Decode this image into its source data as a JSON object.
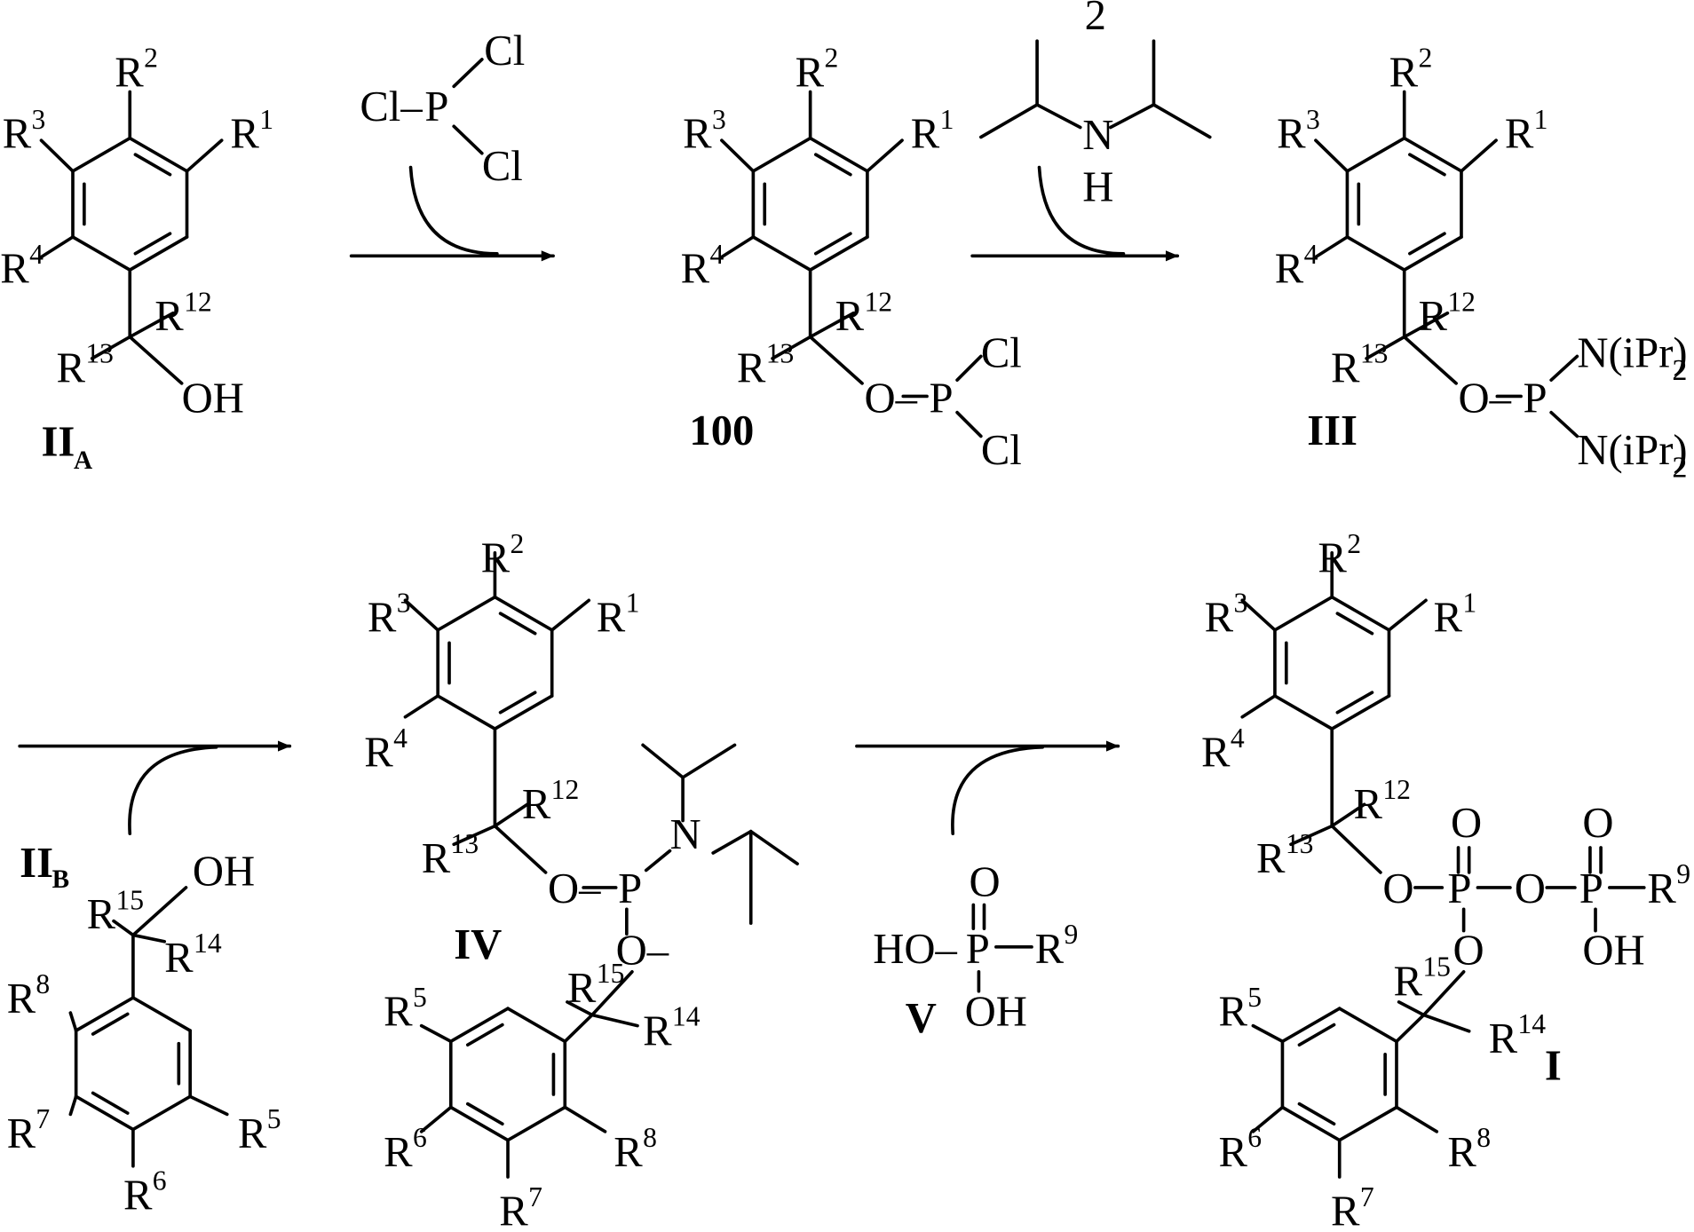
{
  "diagram": {
    "type": "chemical reaction scheme",
    "colors": {
      "ink": "#000000",
      "background": "#ffffff"
    },
    "reagents": {
      "pcl3": {
        "p": "P",
        "cl": "Cl",
        "cl_left": "Cl–"
      },
      "diisopropylamine": {
        "n": "N",
        "h": "H",
        "equiv": "2"
      },
      "phosphonic_acid_v": {
        "p": "P",
        "o": "O",
        "ho": "HO–",
        "oh": "OH",
        "r": "R",
        "r_sup": "9",
        "label": "V"
      }
    },
    "compounds": {
      "IIA": {
        "label": "II",
        "sub": "A",
        "oh": "OH"
      },
      "100": {
        "label": "100",
        "o": "O–",
        "p": "P",
        "cl": "Cl"
      },
      "III": {
        "label": "III",
        "o": "O–",
        "p": "P",
        "n": "N(iPr)",
        "n_sub": "2"
      },
      "IIB": {
        "label": "II",
        "sub": "B",
        "oh": "OH"
      },
      "IV": {
        "label": "IV",
        "o": "O–",
        "p": "P",
        "n": "N"
      },
      "I": {
        "label": "I",
        "o": "O",
        "p": "P",
        "oh": "OH",
        "r9": "R",
        "r9_sup": "9"
      }
    },
    "r": "R",
    "r_sups": {
      "r1": "1",
      "r2": "2",
      "r3": "3",
      "r4": "4",
      "r5": "5",
      "r6": "6",
      "r7": "7",
      "r8": "8",
      "r12": "12",
      "r13": "13",
      "r14": "14",
      "r15": "15"
    }
  }
}
